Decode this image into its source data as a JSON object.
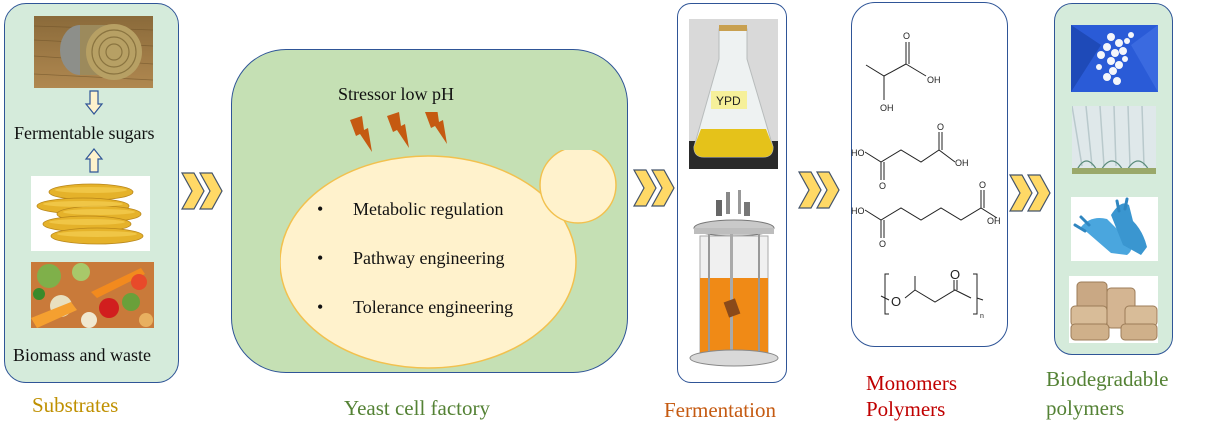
{
  "colors": {
    "panel_fill_light": "#d5ebdb",
    "panel_fill_green": "#c5e0b4",
    "panel_border": "#2f5597",
    "cell_fill": "#fff2cc",
    "cell_border": "#f2c14e",
    "chevron_fill": "#ffd966",
    "lightning": "#c55a11",
    "substrates_label": "#bf9000",
    "yeast_label": "#548235",
    "fermentation_label": "#c55a11",
    "monomers_label": "#c00000",
    "biodegradable_label": "#548235"
  },
  "substrates": {
    "panel_label": "Substrates",
    "fermentable_sugars": "Fermentable sugars",
    "biomass_and_waste": "Biomass and waste",
    "images": [
      "hay-bale-photo",
      "corn-photo",
      "food-waste-photo"
    ]
  },
  "yeast": {
    "panel_label": "Yeast cell factory",
    "stressor": "Stressor low pH",
    "bullets": [
      "Metabolic regulation",
      "Pathway engineering",
      "Tolerance engineering"
    ]
  },
  "fermentation": {
    "panel_label": "Fermentation",
    "flask_label": "YPD"
  },
  "monomers": {
    "panel_label_line1": "Monomers",
    "panel_label_line2": "Polymers",
    "atoms": {
      "o": "O",
      "oh": "OH",
      "ho": "HO",
      "n": "n"
    }
  },
  "products": {
    "panel_label_line1": "Biodegradable",
    "panel_label_line2": "polymers",
    "images": [
      "pellets-photo",
      "greenhouse-film-photo",
      "gloves-photo",
      "food-containers-photo"
    ]
  }
}
